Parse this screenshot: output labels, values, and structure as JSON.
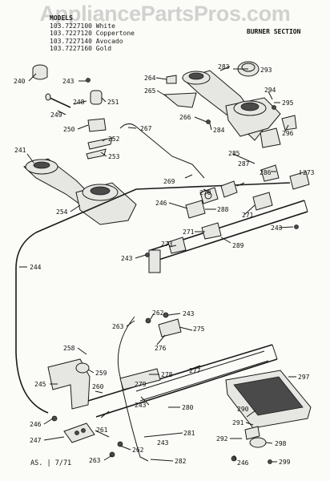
{
  "watermark": "AppliancePartsPros.com",
  "models": {
    "heading": "MODELS",
    "lines": [
      "103.7227100 White",
      "103.7227120 Coppertone",
      "103.7227140 Avocado",
      "103.7227160 Gold"
    ]
  },
  "section_title": "BURNER SECTION",
  "footer": "AS. | 7/71",
  "colors": {
    "ink": "#1a1a1a",
    "watermark": "#969696"
  },
  "parts": [
    {
      "id": "p240",
      "number": "240"
    },
    {
      "id": "p241",
      "number": "241"
    },
    {
      "id": "p243a",
      "number": "243"
    },
    {
      "id": "p243b",
      "number": "243"
    },
    {
      "id": "p243c",
      "number": "243"
    },
    {
      "id": "p243d",
      "number": "243"
    },
    {
      "id": "p243e",
      "number": "243"
    },
    {
      "id": "p243f",
      "number": "243"
    },
    {
      "id": "p244",
      "number": "244"
    },
    {
      "id": "p245",
      "number": "245"
    },
    {
      "id": "p246a",
      "number": "246"
    },
    {
      "id": "p246b",
      "number": "246"
    },
    {
      "id": "p246c",
      "number": "246"
    },
    {
      "id": "p247",
      "number": "247"
    },
    {
      "id": "p248",
      "number": "248"
    },
    {
      "id": "p249",
      "number": "249"
    },
    {
      "id": "p250",
      "number": "250"
    },
    {
      "id": "p251",
      "number": "251"
    },
    {
      "id": "p252",
      "number": "252"
    },
    {
      "id": "p253",
      "number": "253"
    },
    {
      "id": "p254",
      "number": "254"
    },
    {
      "id": "p258",
      "number": "258"
    },
    {
      "id": "p259",
      "number": "259"
    },
    {
      "id": "p260",
      "number": "260"
    },
    {
      "id": "p261",
      "number": "261"
    },
    {
      "id": "p262a",
      "number": "262"
    },
    {
      "id": "p262b",
      "number": "262"
    },
    {
      "id": "p263a",
      "number": "263"
    },
    {
      "id": "p263b",
      "number": "263"
    },
    {
      "id": "p264",
      "number": "264"
    },
    {
      "id": "p265",
      "number": "265"
    },
    {
      "id": "p266",
      "number": "266"
    },
    {
      "id": "p267",
      "number": "267"
    },
    {
      "id": "p269",
      "number": "269"
    },
    {
      "id": "p270",
      "number": "270"
    },
    {
      "id": "p271a",
      "number": "271"
    },
    {
      "id": "p271b",
      "number": "271"
    },
    {
      "id": "p273a",
      "number": "273"
    },
    {
      "id": "p273b",
      "number": "273"
    },
    {
      "id": "p275",
      "number": "275"
    },
    {
      "id": "p276",
      "number": "276"
    },
    {
      "id": "p277",
      "number": "277"
    },
    {
      "id": "p278",
      "number": "278"
    },
    {
      "id": "p279",
      "number": "279"
    },
    {
      "id": "p280",
      "number": "280"
    },
    {
      "id": "p281",
      "number": "281"
    },
    {
      "id": "p282",
      "number": "282"
    },
    {
      "id": "p283",
      "number": "283"
    },
    {
      "id": "p284",
      "number": "284"
    },
    {
      "id": "p285",
      "number": "285"
    },
    {
      "id": "p286",
      "number": "286"
    },
    {
      "id": "p287",
      "number": "287"
    },
    {
      "id": "p288",
      "number": "288"
    },
    {
      "id": "p289",
      "number": "289"
    },
    {
      "id": "p290",
      "number": "290"
    },
    {
      "id": "p291",
      "number": "291"
    },
    {
      "id": "p292",
      "number": "292"
    },
    {
      "id": "p293",
      "number": "293"
    },
    {
      "id": "p294",
      "number": "294"
    },
    {
      "id": "p295",
      "number": "295"
    },
    {
      "id": "p296",
      "number": "296"
    },
    {
      "id": "p297",
      "number": "297"
    },
    {
      "id": "p298",
      "number": "298"
    },
    {
      "id": "p299",
      "number": "299"
    }
  ]
}
